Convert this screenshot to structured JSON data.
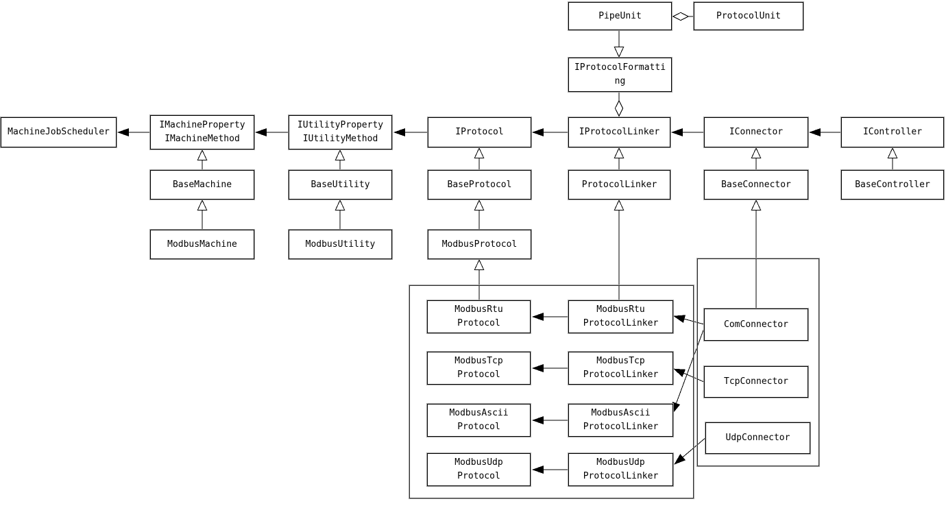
{
  "diagram": {
    "kind": "uml-class-diagram",
    "background_color": "#ffffff",
    "line_color": "#000000",
    "box_fill": "#ffffff",
    "box_border": "#000000",
    "nodes": [
      {
        "id": "PipeUnit",
        "label": "PipeUnit"
      },
      {
        "id": "ProtocolUnit",
        "label": "ProtocolUnit"
      },
      {
        "id": "IProtocolFormatting",
        "label": "IProtocolFormatti\nng"
      },
      {
        "id": "MachineJobScheduler",
        "label": "MachineJobScheduler"
      },
      {
        "id": "IMachineProperty",
        "label": "IMachineProperty\nIMachineMethod"
      },
      {
        "id": "IUtilityProperty",
        "label": "IUtilityProperty\nIUtilityMethod"
      },
      {
        "id": "IProtocol",
        "label": "IProtocol"
      },
      {
        "id": "IProtocolLinker",
        "label": "IProtocolLinker"
      },
      {
        "id": "IConnector",
        "label": "IConnector"
      },
      {
        "id": "IController",
        "label": "IController"
      },
      {
        "id": "BaseMachine",
        "label": "BaseMachine"
      },
      {
        "id": "BaseUtility",
        "label": "BaseUtility"
      },
      {
        "id": "BaseProtocol",
        "label": "BaseProtocol"
      },
      {
        "id": "ProtocolLinker",
        "label": "ProtocolLinker"
      },
      {
        "id": "BaseConnector",
        "label": "BaseConnector"
      },
      {
        "id": "BaseController",
        "label": "BaseController"
      },
      {
        "id": "ModbusMachine",
        "label": "ModbusMachine"
      },
      {
        "id": "ModbusUtility",
        "label": "ModbusUtility"
      },
      {
        "id": "ModbusProtocol",
        "label": "ModbusProtocol"
      },
      {
        "id": "ModbusRtuProtocol",
        "label": "ModbusRtu\nProtocol"
      },
      {
        "id": "ModbusTcpProtocol",
        "label": "ModbusTcp\nProtocol"
      },
      {
        "id": "ModbusAsciiProtocol",
        "label": "ModbusAscii\nProtocol"
      },
      {
        "id": "ModbusUdpProtocol",
        "label": "ModbusUdp\nProtocol"
      },
      {
        "id": "ModbusRtuProtocolLinker",
        "label": "ModbusRtu\nProtocolLinker"
      },
      {
        "id": "ModbusTcpProtocolLinker",
        "label": "ModbusTcp\nProtocolLinker"
      },
      {
        "id": "ModbusAsciiProtocolLinker",
        "label": "ModbusAscii\nProtocolLinker"
      },
      {
        "id": "ModbusUdpProtocolLinker",
        "label": "ModbusUdp\nProtocolLinker"
      },
      {
        "id": "ComConnector",
        "label": "ComConnector"
      },
      {
        "id": "TcpConnector",
        "label": "TcpConnector"
      },
      {
        "id": "UdpConnector",
        "label": "UdpConnector"
      }
    ],
    "containers": [
      {
        "id": "modbus-protocol-group"
      },
      {
        "id": "connector-group"
      }
    ],
    "edges": [
      {
        "from": "IMachineProperty",
        "to": "MachineJobScheduler",
        "type": "association"
      },
      {
        "from": "IUtilityProperty",
        "to": "IMachineProperty",
        "type": "association"
      },
      {
        "from": "IProtocol",
        "to": "IUtilityProperty",
        "type": "association"
      },
      {
        "from": "IProtocolLinker",
        "to": "IProtocol",
        "type": "association"
      },
      {
        "from": "IConnector",
        "to": "IProtocolLinker",
        "type": "association"
      },
      {
        "from": "IController",
        "to": "IConnector",
        "type": "association"
      },
      {
        "from": "ProtocolUnit",
        "to": "PipeUnit",
        "type": "aggregation"
      },
      {
        "from": "PipeUnit",
        "to": "IProtocolFormatting",
        "type": "generalization"
      },
      {
        "from": "IProtocolFormatting",
        "to": "IProtocolLinker",
        "type": "aggregation"
      },
      {
        "from": "BaseMachine",
        "to": "IMachineProperty",
        "type": "generalization"
      },
      {
        "from": "ModbusMachine",
        "to": "BaseMachine",
        "type": "generalization"
      },
      {
        "from": "BaseUtility",
        "to": "IUtilityProperty",
        "type": "generalization"
      },
      {
        "from": "ModbusUtility",
        "to": "BaseUtility",
        "type": "generalization"
      },
      {
        "from": "BaseProtocol",
        "to": "IProtocol",
        "type": "generalization"
      },
      {
        "from": "ModbusProtocol",
        "to": "BaseProtocol",
        "type": "generalization"
      },
      {
        "from": "ModbusRtuProtocol",
        "to": "ModbusProtocol",
        "type": "generalization"
      },
      {
        "from": "ProtocolLinker",
        "to": "IProtocolLinker",
        "type": "generalization"
      },
      {
        "from": "ModbusRtuProtocolLinker",
        "to": "ProtocolLinker",
        "type": "generalization"
      },
      {
        "from": "BaseConnector",
        "to": "IConnector",
        "type": "generalization"
      },
      {
        "from": "ComConnector",
        "to": "BaseConnector",
        "type": "generalization"
      },
      {
        "from": "BaseController",
        "to": "IController",
        "type": "generalization"
      },
      {
        "from": "ModbusRtuProtocolLinker",
        "to": "ModbusRtuProtocol",
        "type": "association"
      },
      {
        "from": "ModbusTcpProtocolLinker",
        "to": "ModbusTcpProtocol",
        "type": "association"
      },
      {
        "from": "ModbusAsciiProtocolLinker",
        "to": "ModbusAsciiProtocol",
        "type": "association"
      },
      {
        "from": "ModbusUdpProtocolLinker",
        "to": "ModbusUdpProtocol",
        "type": "association"
      },
      {
        "from": "ComConnector",
        "to": "ModbusRtuProtocolLinker",
        "type": "association"
      },
      {
        "from": "ComConnector",
        "to": "ModbusAsciiProtocolLinker",
        "type": "association"
      },
      {
        "from": "TcpConnector",
        "to": "ModbusTcpProtocolLinker",
        "type": "association"
      },
      {
        "from": "UdpConnector",
        "to": "ModbusUdpProtocolLinker",
        "type": "association"
      }
    ]
  }
}
